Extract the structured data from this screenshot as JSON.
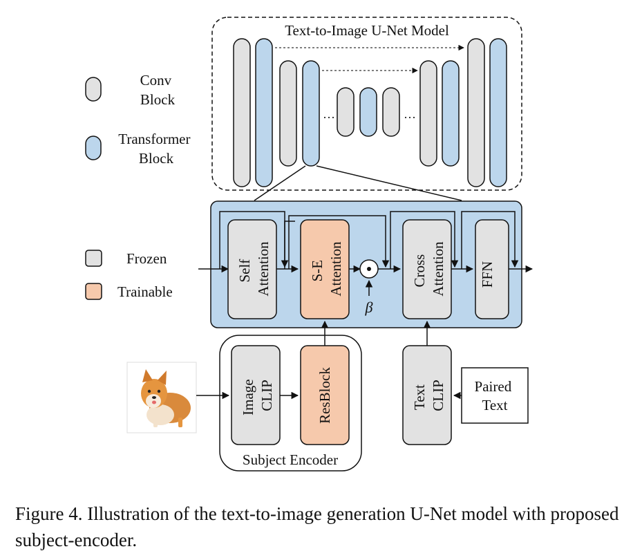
{
  "colors": {
    "conv_block": "#e2e2e2",
    "transformer_block": "#bcd6ec",
    "frozen": "#e2e2e2",
    "trainable": "#f6c9ac",
    "panel_fill": "#bcd6ec",
    "stroke": "#111111"
  },
  "unet": {
    "title": "Text-to-Image U-Net Model",
    "ellipsis_left": "···",
    "ellipsis_right": "···"
  },
  "legend": {
    "conv_block": "Conv\nBlock",
    "transformer_block": "Transformer\nBlock",
    "frozen": "Frozen",
    "trainable": "Trainable"
  },
  "transformer_detail": {
    "blocks": [
      {
        "id": "self-attention",
        "label": "Self\nAttention",
        "state": "frozen"
      },
      {
        "id": "se-attention",
        "label": "S-E\nAttention",
        "state": "trainable"
      },
      {
        "id": "cross-attention",
        "label": "Cross\nAttention",
        "state": "frozen"
      },
      {
        "id": "ffn",
        "label": "FFN",
        "state": "frozen"
      }
    ],
    "gate_symbol": "β"
  },
  "subject_encoder": {
    "title": "Subject Encoder",
    "blocks": [
      {
        "id": "image-clip",
        "label": "Image\nCLIP",
        "state": "frozen"
      },
      {
        "id": "resblock",
        "label": "ResBlock",
        "state": "trainable"
      }
    ]
  },
  "text_branch": {
    "text_clip": "Text\nCLIP",
    "paired_text": "Paired\nText"
  },
  "caption": "Figure 4. Illustration of the text-to-image generation U-Net model with proposed subject-encoder."
}
